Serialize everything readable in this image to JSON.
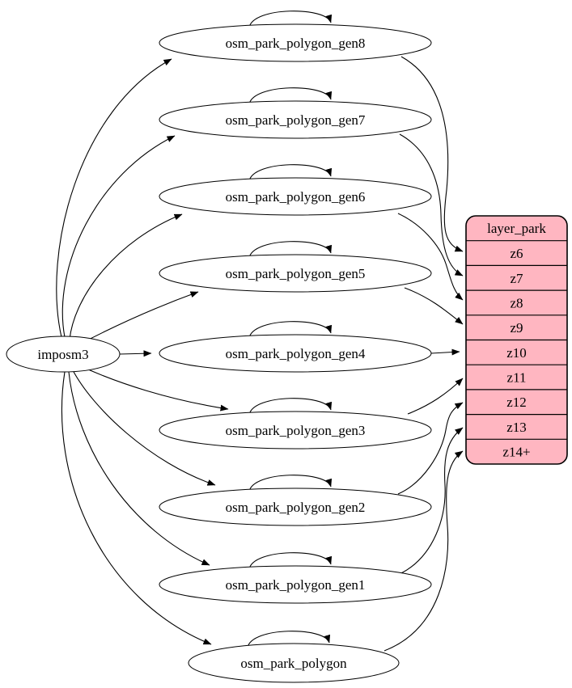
{
  "source": {
    "label": "imposm3"
  },
  "generalized_tables": [
    {
      "label": "osm_park_polygon_gen8",
      "zoom": "z6"
    },
    {
      "label": "osm_park_polygon_gen7",
      "zoom": "z7"
    },
    {
      "label": "osm_park_polygon_gen6",
      "zoom": "z8"
    },
    {
      "label": "osm_park_polygon_gen5",
      "zoom": "z9"
    },
    {
      "label": "osm_park_polygon_gen4",
      "zoom": "z10"
    },
    {
      "label": "osm_park_polygon_gen3",
      "zoom": "z11"
    },
    {
      "label": "osm_park_polygon_gen2",
      "zoom": "z12"
    },
    {
      "label": "osm_park_polygon_gen1",
      "zoom": "z13"
    },
    {
      "label": "osm_park_polygon",
      "zoom": "z14+"
    }
  ],
  "layer": {
    "title": "layer_park",
    "rows": [
      "z6",
      "z7",
      "z8",
      "z9",
      "z10",
      "z11",
      "z12",
      "z13",
      "z14+"
    ]
  },
  "colors": {
    "layer_fill": "#FFB6C1",
    "node_fill": "#ffffff",
    "edge": "#000000"
  }
}
